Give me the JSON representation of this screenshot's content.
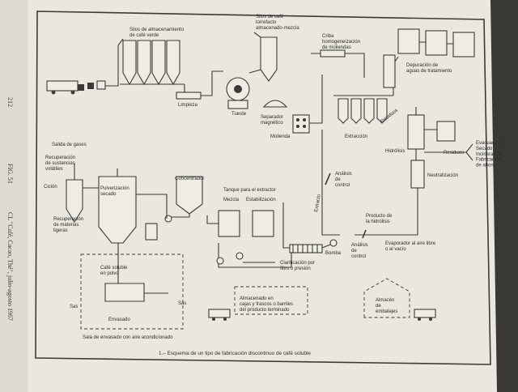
{
  "figure": {
    "fig_number": "FIG. 51",
    "caption": "1.– Esquema de un tipo de fabricación discontinuo de café soluble",
    "side_citation": "CL \"Café, Cacao, Thé\", julio-agosto 1967",
    "page_number": "212"
  },
  "labels": {
    "silos_green": "Silos de almacenamiento\nde café verde",
    "silos_roasted": "Silos de café\ntorrefacto\nalmacenado-mezcla",
    "criba": "Criba\nhomogeneización\nde moliendas",
    "depuracion": "Depuración de\naguas de tratamiento",
    "limpieza": "Limpieza",
    "tueste": "Tueste",
    "separador": "Separador\nmagnético",
    "molienda": "Molienda",
    "extraccion": "Extracción",
    "residuos1": "Residuos",
    "hidrolisis": "Hidrólisis",
    "residuos2": "Residuos",
    "evacuacion": "Evacuación\nSecado\nIncineración\nFabricación\nde abono",
    "neutralizacion": "Neutralización",
    "salida_gases": "Salida de gases",
    "recuperacion_volatiles": "Recuperación\nde sustancias\nvolátiles",
    "pulverizacion": "Pulverización\nsecado",
    "concentrador": "Concentrador",
    "ciclon": "Ciclón",
    "recuperacion_ligeras": "Recuperación\nde materias\nligeras",
    "tanque": "Tanque para el extractor",
    "mezcla": "Mezcla",
    "estabilizacion": "Estabilización",
    "extracto": "Extracto",
    "analisis1": "Análisis\nde\ncontrol",
    "producto_hidrolisis": "Producto de\nla hidrólisis",
    "analisis2": "Análisis\nde\ncontrol",
    "evaporador": "Evaporador al aire libre\no al vacío",
    "bomba": "Bomba",
    "clarificacion": "Clarificación por\nfiltro o presión",
    "cafe_soluble": "Café soluble\nen polvo",
    "sas_left": "Sas",
    "sas_right": "Sas",
    "envasado": "Envasado",
    "sala_envasado": "Sala de envasado con aire acondicionado",
    "almacenado": "Almacenado en\ncajas y frascos o barriles\ndel producto terminado",
    "almacen_embalajes": "Almacén\nde\nembalajes"
  }
}
